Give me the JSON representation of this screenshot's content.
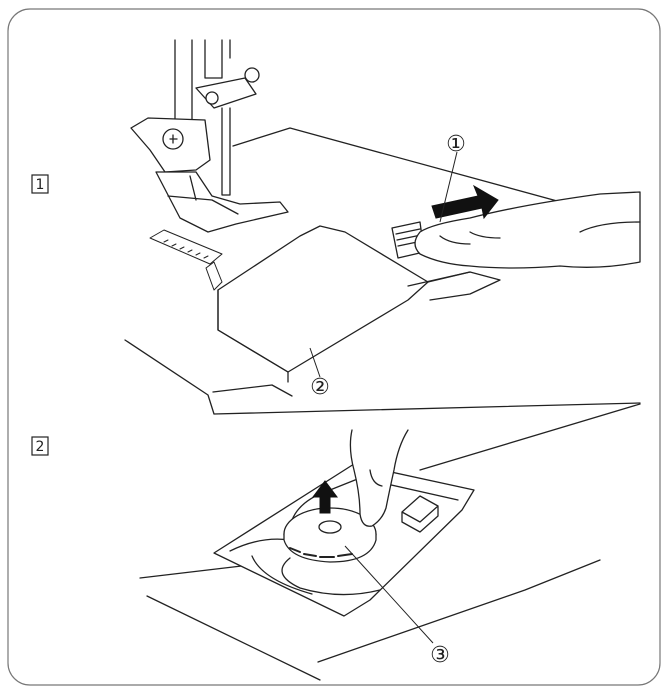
{
  "steps": [
    {
      "label": "1"
    },
    {
      "label": "2"
    }
  ],
  "callouts": [
    {
      "label": "①"
    },
    {
      "label": "②"
    },
    {
      "label": "③"
    }
  ],
  "colors": {
    "line": "#222222",
    "fill": "#ffffff",
    "arrow": "#111111",
    "frame": "#666666"
  }
}
